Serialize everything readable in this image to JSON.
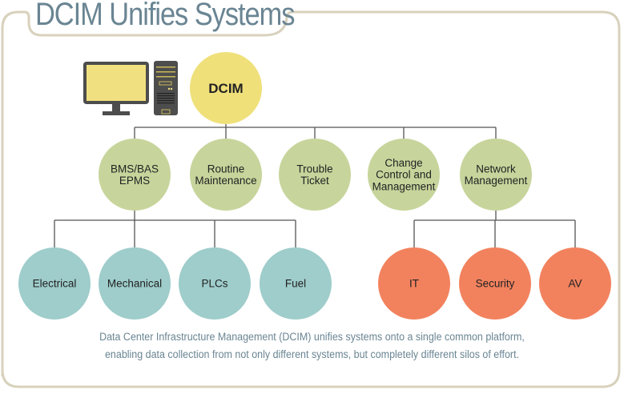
{
  "title": "DCIM Unifies Systems",
  "colors": {
    "frame": "#d8d1bd",
    "title_text": "#6a8593",
    "root_fill": "#efe07a",
    "level1_fill": "#c7d59c",
    "left_leaf_fill": "#9ecdcb",
    "right_leaf_fill": "#f2825e",
    "connector": "#555555",
    "computer_body": "#4d4d4d",
    "computer_screen": "#f1e07f"
  },
  "icons": {
    "computer": "desktop-computer-icon"
  },
  "root": {
    "label": "DCIM"
  },
  "level1": [
    {
      "id": "bms",
      "lines": [
        "BMS/BAS",
        "EPMS"
      ]
    },
    {
      "id": "routine",
      "lines": [
        "Routine",
        "Maintenance"
      ]
    },
    {
      "id": "trouble",
      "lines": [
        "Trouble",
        "Ticket"
      ]
    },
    {
      "id": "change",
      "lines": [
        "Change",
        "Control and",
        "Management"
      ]
    },
    {
      "id": "network",
      "lines": [
        "Network",
        "Management"
      ]
    }
  ],
  "bms_children": [
    {
      "label": "Electrical"
    },
    {
      "label": "Mechanical"
    },
    {
      "label": "PLCs"
    },
    {
      "label": "Fuel"
    }
  ],
  "network_children": [
    {
      "label": "IT"
    },
    {
      "label": "Security"
    },
    {
      "label": "AV"
    }
  ],
  "caption": {
    "line1": "Data Center Infrastructure Management (DCIM) unifies systems onto a single common platform,",
    "line2": "enabling data collection from not only different systems, but completely different silos of effort."
  }
}
